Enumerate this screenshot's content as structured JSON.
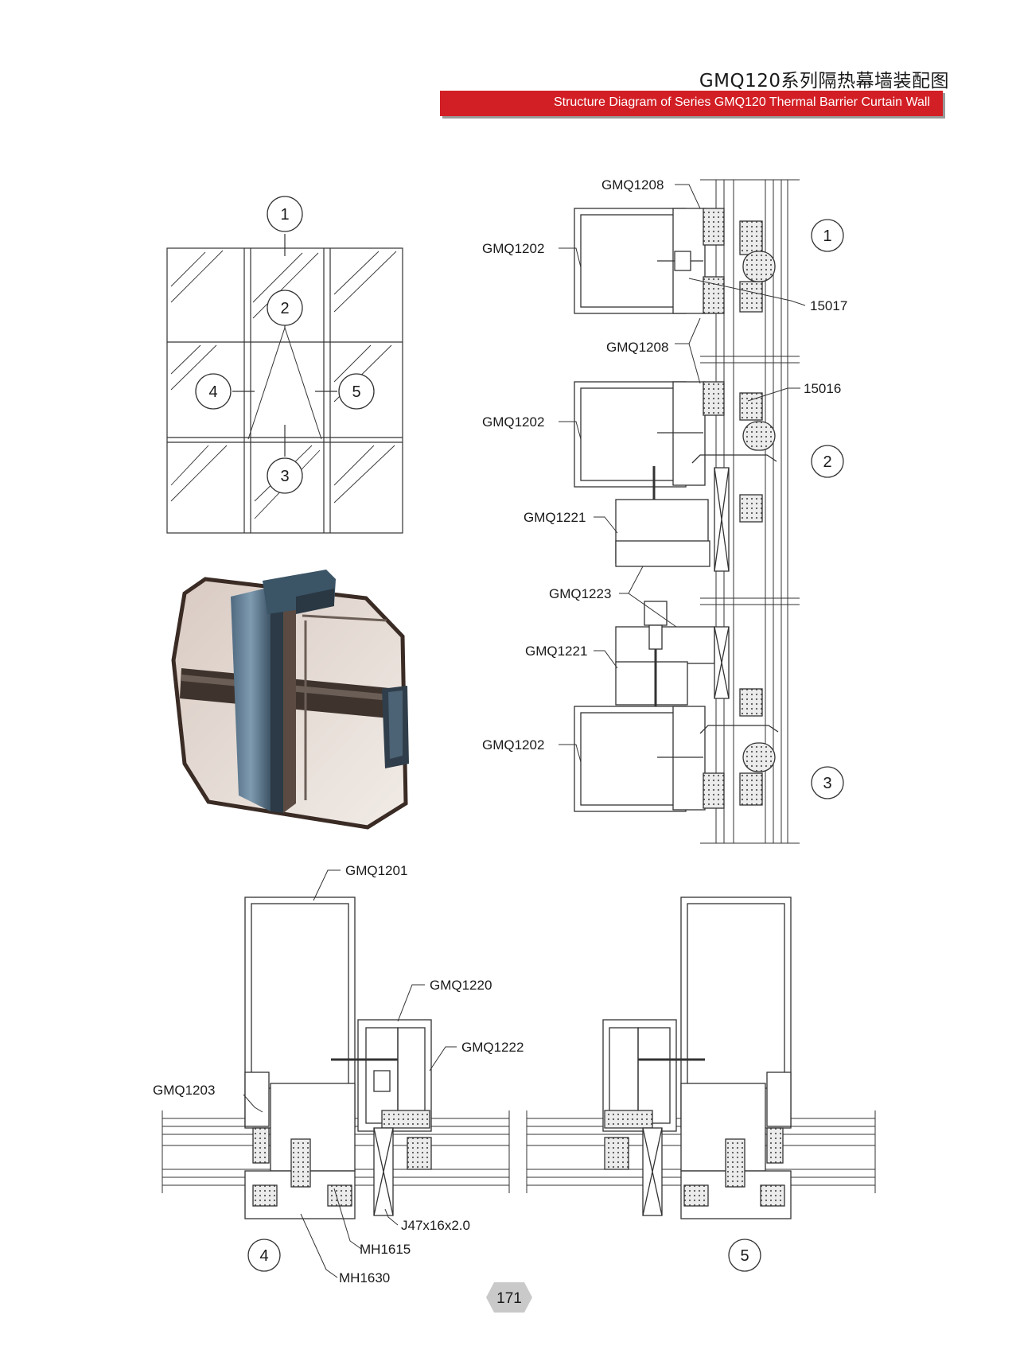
{
  "header": {
    "title_cn": "GMQ120系列隔热幕墙装配图",
    "title_en": "Structure Diagram of Series GMQ120 Thermal Barrier Curtain Wall",
    "bar_color": "#d21f25"
  },
  "elevation": {
    "callouts": [
      "1",
      "2",
      "3",
      "4",
      "5"
    ]
  },
  "vertical_section": {
    "labels": [
      "GMQ1208",
      "GMQ1202",
      "15017",
      "GMQ1208",
      "15016",
      "GMQ1202",
      "GMQ1221",
      "GMQ1223",
      "GMQ1221",
      "GMQ1202"
    ],
    "callouts": [
      "1",
      "2",
      "3"
    ]
  },
  "horizontal_section": {
    "labels": [
      "GMQ1201",
      "GMQ1220",
      "GMQ1222",
      "GMQ1203",
      "J47x16x2.0",
      "MH1615",
      "MH1630"
    ],
    "callouts": [
      "4",
      "5"
    ]
  },
  "page_number": "171"
}
